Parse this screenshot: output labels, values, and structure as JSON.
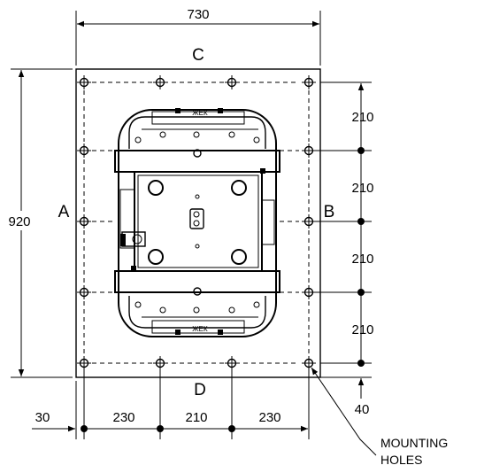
{
  "dimensions": {
    "overall_width": "730",
    "overall_height": "920",
    "right_spacing": [
      "210",
      "210",
      "210",
      "210"
    ],
    "bottom_edge_offset": "40",
    "left_edge_offset": "30",
    "bottom_spacing": [
      "230",
      "210",
      "230"
    ]
  },
  "side_labels": {
    "top": "C",
    "left": "A",
    "right": "B",
    "bottom": "D"
  },
  "note": {
    "line1": "MOUNTING",
    "line2": "HOLES"
  },
  "device_marks": [
    "ЖЕК",
    "ЖЕК"
  ]
}
